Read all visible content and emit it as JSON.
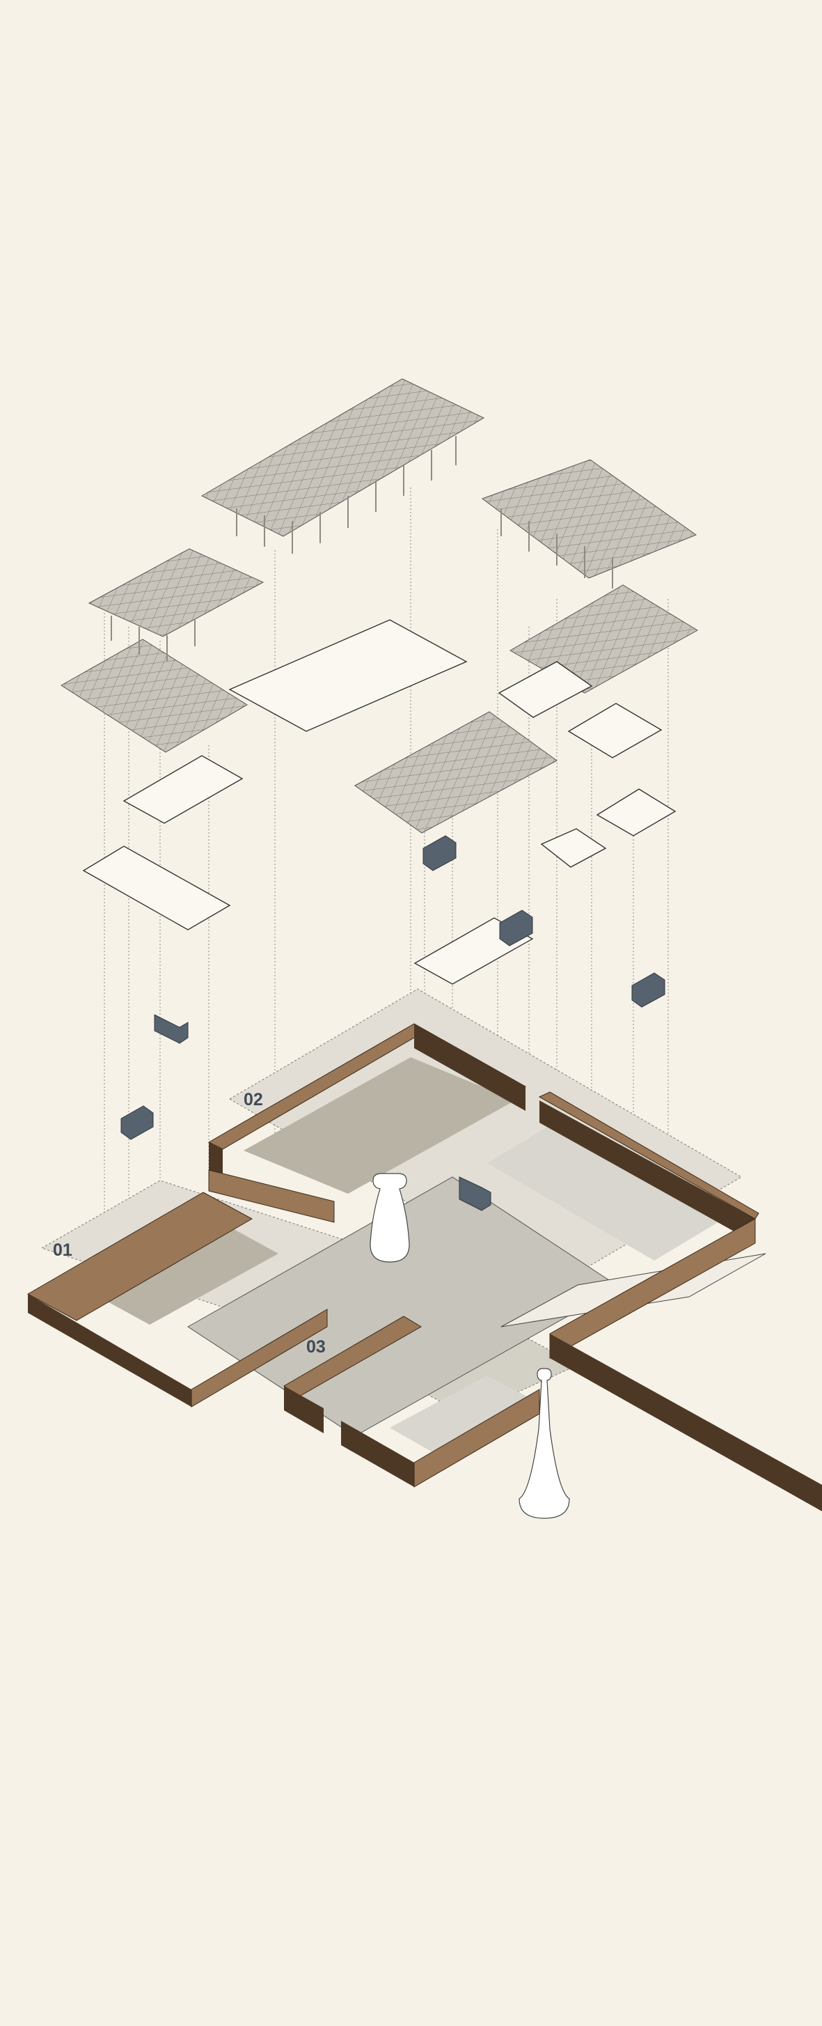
{
  "diagram": {
    "kind": "exploded axonometric",
    "colors": {
      "background": "#f7f2e8",
      "wall_top": "#9a7757",
      "wall_side": "#4c3824",
      "courtyard_grass": "#b8b3a4",
      "terrace": "#d9d6cf",
      "paving": "#c7c4bb",
      "roof_lattice": "#b8b3aa",
      "blue_box": "#56626e",
      "line": "#2e2e2e"
    },
    "zones": [
      {
        "id": "01",
        "label": "01"
      },
      {
        "id": "02",
        "label": "02"
      },
      {
        "id": "03",
        "label": "03"
      }
    ]
  }
}
